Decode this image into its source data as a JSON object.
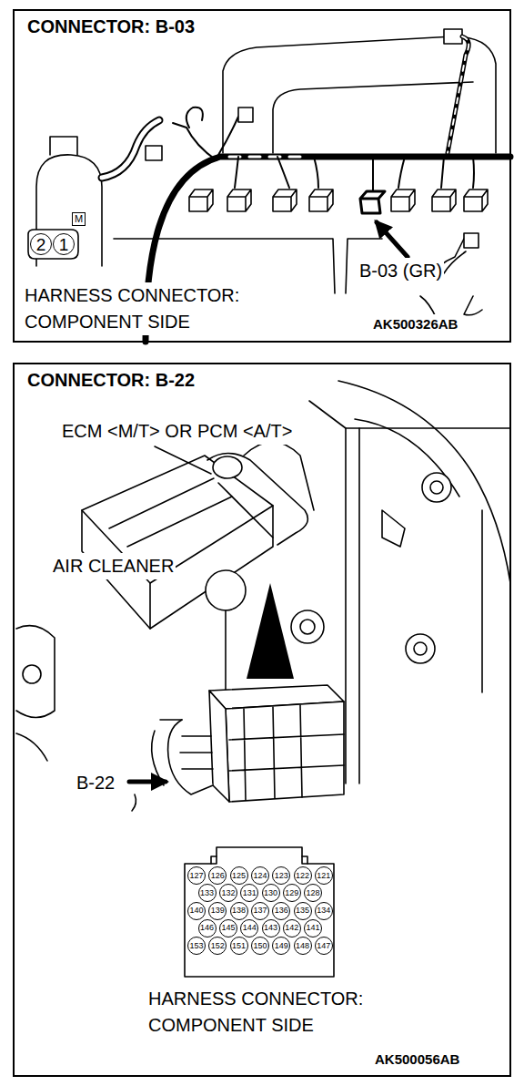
{
  "diagram": {
    "nodes": [
      {
        "text": [
          "CONNECTOR: B-03"
        ]
      },
      {
        "text": [
          "M"
        ],
        "in": 0
      },
      {
        "text": [
          "2"
        ],
        "in": 0
      },
      {
        "text": [
          "1"
        ],
        "in": 0
      },
      {
        "text": [
          "CONNECTOR: B-22"
        ]
      },
      {
        "text": [
          "127"
        ],
        "in": 4
      },
      {
        "text": [
          "126"
        ],
        "in": 4
      },
      {
        "text": [
          "125"
        ],
        "in": 4
      },
      {
        "text": [
          "124"
        ],
        "in": 4
      },
      {
        "text": [
          "123"
        ],
        "in": 4
      },
      {
        "text": [
          "122"
        ],
        "in": 4
      },
      {
        "text": [
          "121"
        ],
        "in": 4
      },
      {
        "text": [
          "133"
        ],
        "in": 4
      },
      {
        "text": [
          "132"
        ],
        "in": 4
      },
      {
        "text": [
          "131"
        ],
        "in": 4
      },
      {
        "text": [
          "130"
        ],
        "in": 4
      },
      {
        "text": [
          "129"
        ],
        "in": 4
      },
      {
        "text": [
          "128"
        ],
        "in": 4
      },
      {
        "text": [
          "140"
        ],
        "in": 4
      },
      {
        "text": [
          "139"
        ],
        "in": 4
      },
      {
        "text": [
          "138"
        ],
        "in": 4
      },
      {
        "text": [
          "137"
        ],
        "in": 4
      },
      {
        "text": [
          "136"
        ],
        "in": 4
      },
      {
        "text": [
          "135"
        ],
        "in": 4
      },
      {
        "text": [
          "134"
        ],
        "in": 4
      },
      {
        "text": [
          "146"
        ],
        "in": 4
      },
      {
        "text": [
          "145"
        ],
        "in": 4
      },
      {
        "text": [
          "144"
        ],
        "in": 4
      },
      {
        "text": [
          "143"
        ],
        "in": 4
      },
      {
        "text": [
          "142"
        ],
        "in": 4
      },
      {
        "text": [
          "141"
        ],
        "in": 4
      },
      {
        "text": [
          "153"
        ],
        "in": 4
      },
      {
        "text": [
          "152"
        ],
        "in": 4
      },
      {
        "text": [
          "151"
        ],
        "in": 4
      },
      {
        "text": [
          "150"
        ],
        "in": 4
      },
      {
        "text": [
          "149"
        ],
        "in": 4
      },
      {
        "text": [
          "148"
        ],
        "in": 4
      },
      {
        "text": [
          "147"
        ],
        "in": 4
      }
    ],
    "labels": [
      "B-03 (GR)",
      "HARNESS CONNECTOR: COMPONENT SIDE",
      "AK500326AB",
      "ECM <M/T> OR PCM <A/T>",
      "AIR CLEANER",
      "B-22",
      "HARNESS CONNECTOR: COMPONENT SIDE",
      "AK500056AB"
    ]
  }
}
